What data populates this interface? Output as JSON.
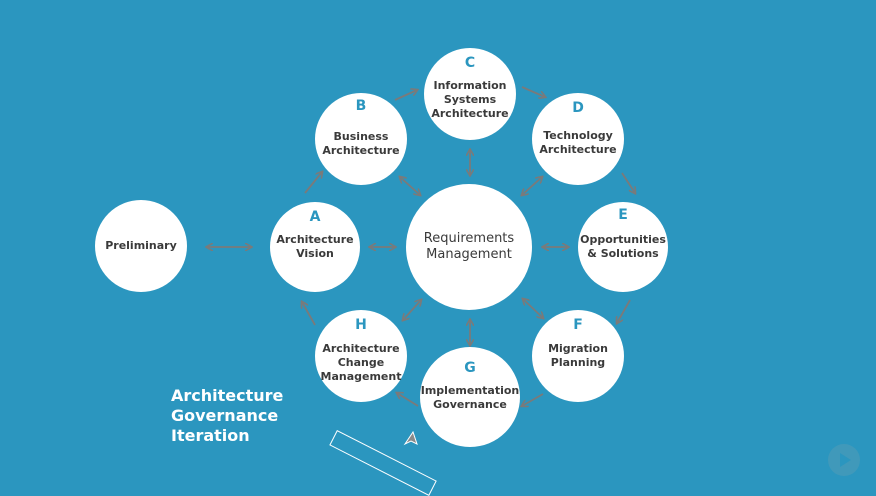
{
  "nodes": {
    "preliminary": {
      "letter": "",
      "label": "Preliminary"
    },
    "a": {
      "letter": "A",
      "label": "Architecture\nVision"
    },
    "b": {
      "letter": "B",
      "label": "Business\nArchitecture"
    },
    "c": {
      "letter": "C",
      "label": "Information\nSystems\nArchitecture"
    },
    "d": {
      "letter": "D",
      "label": "Technology\nArchitecture"
    },
    "e": {
      "letter": "E",
      "label": "Opportunities\n& Solutions"
    },
    "f": {
      "letter": "F",
      "label": "Migration\nPlanning"
    },
    "g": {
      "letter": "G",
      "label": "Implementation\nGovernance"
    },
    "h": {
      "letter": "H",
      "label": "Architecture\nChange\nManagement"
    },
    "center": {
      "letter": "",
      "label": "Requirements\nManagement"
    }
  },
  "caption": "Architecture\nGovernance\nIteration",
  "colors": {
    "background": "#2b96bf",
    "arrow": "#7a7a7a",
    "letter": "#2b96bf"
  }
}
